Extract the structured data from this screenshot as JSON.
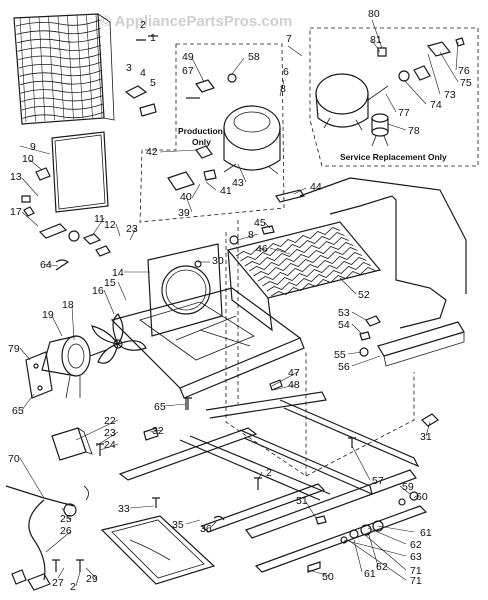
{
  "watermark": "© AppliancePartsPros.com",
  "captions": {
    "production_only": [
      "Production",
      "Only"
    ],
    "service_replacement_only": "Service Replacement Only"
  },
  "callouts": [
    {
      "id": "c1",
      "text": "1"
    },
    {
      "id": "c2",
      "text": "2"
    },
    {
      "id": "c3",
      "text": "3"
    },
    {
      "id": "c4",
      "text": "4"
    },
    {
      "id": "c5",
      "text": "5"
    },
    {
      "id": "c6",
      "text": "6"
    },
    {
      "id": "c7",
      "text": "7"
    },
    {
      "id": "c8",
      "text": "8"
    },
    {
      "id": "c9",
      "text": "9"
    },
    {
      "id": "c10",
      "text": "10"
    },
    {
      "id": "c11",
      "text": "11"
    },
    {
      "id": "c12",
      "text": "12"
    },
    {
      "id": "c13",
      "text": "13"
    },
    {
      "id": "c14",
      "text": "14"
    },
    {
      "id": "c15",
      "text": "15"
    },
    {
      "id": "c16",
      "text": "16"
    },
    {
      "id": "c17",
      "text": "17"
    },
    {
      "id": "c18",
      "text": "18"
    },
    {
      "id": "c19",
      "text": "19"
    },
    {
      "id": "c22",
      "text": "22"
    },
    {
      "id": "c23a",
      "text": "23"
    },
    {
      "id": "c23b",
      "text": "23"
    },
    {
      "id": "c24",
      "text": "24"
    },
    {
      "id": "c25",
      "text": "25"
    },
    {
      "id": "c26",
      "text": "26"
    },
    {
      "id": "c27",
      "text": "27"
    },
    {
      "id": "c2b",
      "text": "2"
    },
    {
      "id": "c29",
      "text": "29"
    },
    {
      "id": "c30",
      "text": "30"
    },
    {
      "id": "c31",
      "text": "31"
    },
    {
      "id": "c32",
      "text": "32"
    },
    {
      "id": "c33",
      "text": "33"
    },
    {
      "id": "c35",
      "text": "35"
    },
    {
      "id": "c36",
      "text": "36"
    },
    {
      "id": "c39",
      "text": "39"
    },
    {
      "id": "c40",
      "text": "40"
    },
    {
      "id": "c41",
      "text": "41"
    },
    {
      "id": "c42",
      "text": "42"
    },
    {
      "id": "c43",
      "text": "43"
    },
    {
      "id": "c44",
      "text": "44"
    },
    {
      "id": "c45",
      "text": "45"
    },
    {
      "id": "c8b",
      "text": "8"
    },
    {
      "id": "c46",
      "text": "46"
    },
    {
      "id": "c47",
      "text": "47"
    },
    {
      "id": "c48",
      "text": "48"
    },
    {
      "id": "c49",
      "text": "49"
    },
    {
      "id": "c50",
      "text": "50"
    },
    {
      "id": "c51",
      "text": "51"
    },
    {
      "id": "c52",
      "text": "52"
    },
    {
      "id": "c53",
      "text": "53"
    },
    {
      "id": "c54",
      "text": "54"
    },
    {
      "id": "c55",
      "text": "55"
    },
    {
      "id": "c56",
      "text": "56"
    },
    {
      "id": "c57",
      "text": "57"
    },
    {
      "id": "c2c",
      "text": "2"
    },
    {
      "id": "c58",
      "text": "58"
    },
    {
      "id": "c59",
      "text": "59"
    },
    {
      "id": "c60",
      "text": "60"
    },
    {
      "id": "c61a",
      "text": "61"
    },
    {
      "id": "c61b",
      "text": "61"
    },
    {
      "id": "c62a",
      "text": "62"
    },
    {
      "id": "c62b",
      "text": "62"
    },
    {
      "id": "c63",
      "text": "63"
    },
    {
      "id": "c64",
      "text": "64"
    },
    {
      "id": "c65a",
      "text": "65"
    },
    {
      "id": "c65b",
      "text": "65"
    },
    {
      "id": "c67",
      "text": "67"
    },
    {
      "id": "c70",
      "text": "70"
    },
    {
      "id": "c71a",
      "text": "71"
    },
    {
      "id": "c71b",
      "text": "71"
    },
    {
      "id": "c73",
      "text": "73"
    },
    {
      "id": "c74",
      "text": "74"
    },
    {
      "id": "c75",
      "text": "75"
    },
    {
      "id": "c76",
      "text": "76"
    },
    {
      "id": "c77",
      "text": "77"
    },
    {
      "id": "c78",
      "text": "78"
    },
    {
      "id": "c79",
      "text": "79"
    },
    {
      "id": "c80",
      "text": "80"
    },
    {
      "id": "c81",
      "text": "81"
    }
  ]
}
